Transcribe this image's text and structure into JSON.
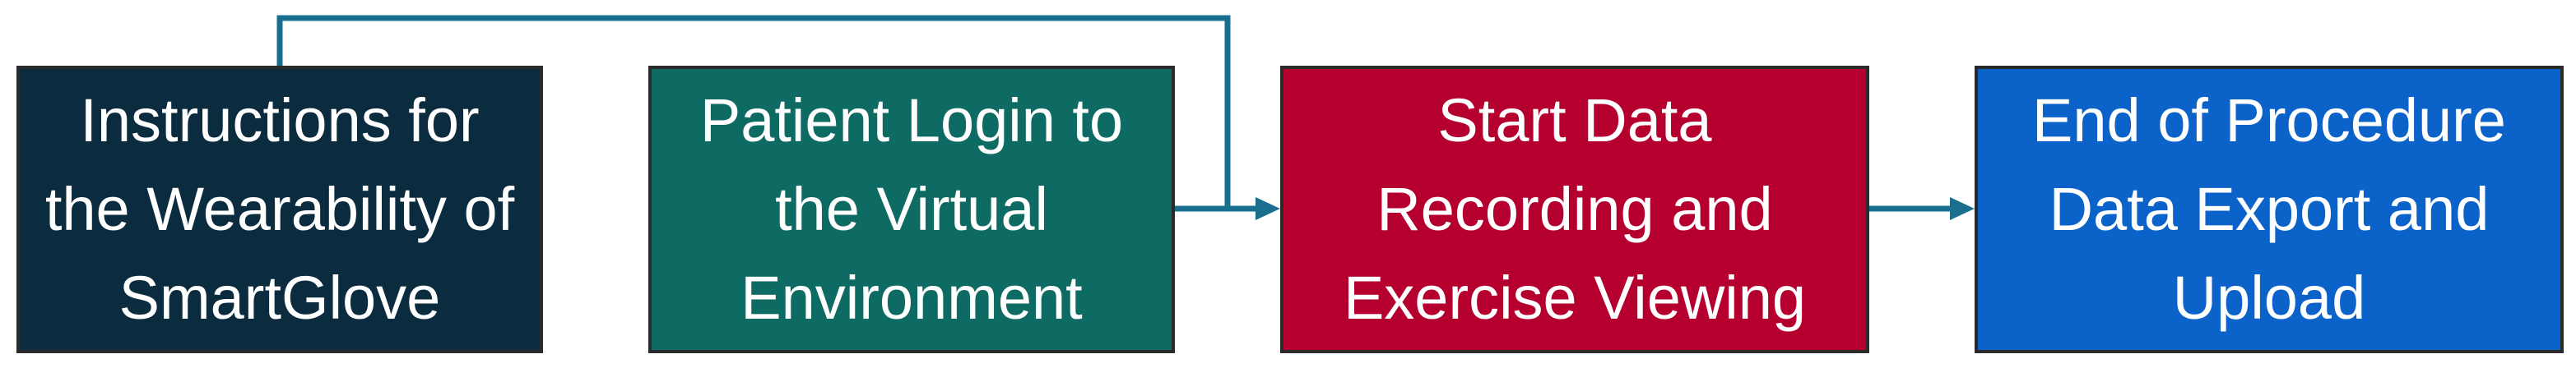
{
  "flow": {
    "steps": [
      {
        "label": "Instructions for the Wearability of SmartGlove",
        "color": "#0b2b3f"
      },
      {
        "label": "Patient Login to the Virtual Environment",
        "color": "#0e6b63"
      },
      {
        "label": "Start Data Recording and Exercise Viewing",
        "color": "#b5002f"
      },
      {
        "label": "End of Procedure Data Export and Upload",
        "color": "#0b63c9"
      }
    ],
    "connector_color": "#1a6f8e"
  }
}
